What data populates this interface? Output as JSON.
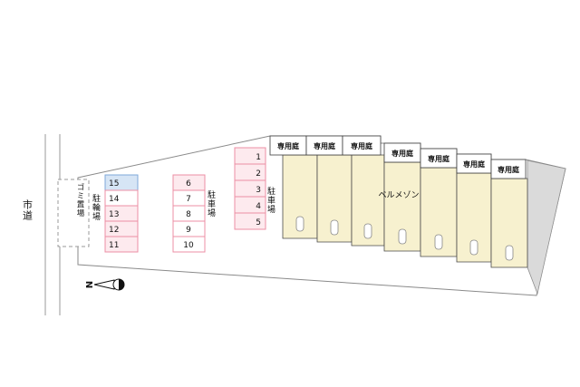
{
  "road": {
    "label": "市道"
  },
  "garbage": {
    "label": "ゴミ置場"
  },
  "bicycle": {
    "label": "駐輪場"
  },
  "parking_middle": {
    "label": "駐車場"
  },
  "parking_right": {
    "label": "駐車場"
  },
  "building": {
    "name": "ベルメゾン"
  },
  "gardens": {
    "labels": [
      "専用庭",
      "専用庭",
      "専用庭",
      "専用庭",
      "専用庭",
      "専用庭",
      "専用庭"
    ]
  },
  "stalls": {
    "left_column": [
      {
        "n": "15",
        "variant": "blue"
      },
      {
        "n": "14",
        "variant": "white"
      },
      {
        "n": "13",
        "variant": "pink"
      },
      {
        "n": "12",
        "variant": "pink"
      },
      {
        "n": "11",
        "variant": "pink"
      }
    ],
    "middle_column": [
      {
        "n": "6",
        "variant": "pink"
      },
      {
        "n": "7",
        "variant": "white"
      },
      {
        "n": "8",
        "variant": "white"
      },
      {
        "n": "9",
        "variant": "white"
      },
      {
        "n": "10",
        "variant": "white"
      }
    ],
    "right_column": [
      {
        "n": "1",
        "variant": "pink"
      },
      {
        "n": "2",
        "variant": "pink"
      },
      {
        "n": "3",
        "variant": "pink"
      },
      {
        "n": "4",
        "variant": "pink"
      },
      {
        "n": "5",
        "variant": "pink"
      }
    ]
  },
  "compass": {
    "label": "N"
  },
  "colors": {
    "stall_pink_border": "#ec8fa4",
    "stall_pink_fill": "#fdeaee",
    "stall_blue_border": "#7fa8d9",
    "stall_blue_fill": "#d6e5f5",
    "building_fill": "#f7f1cf",
    "gray_area": "#dadada"
  }
}
